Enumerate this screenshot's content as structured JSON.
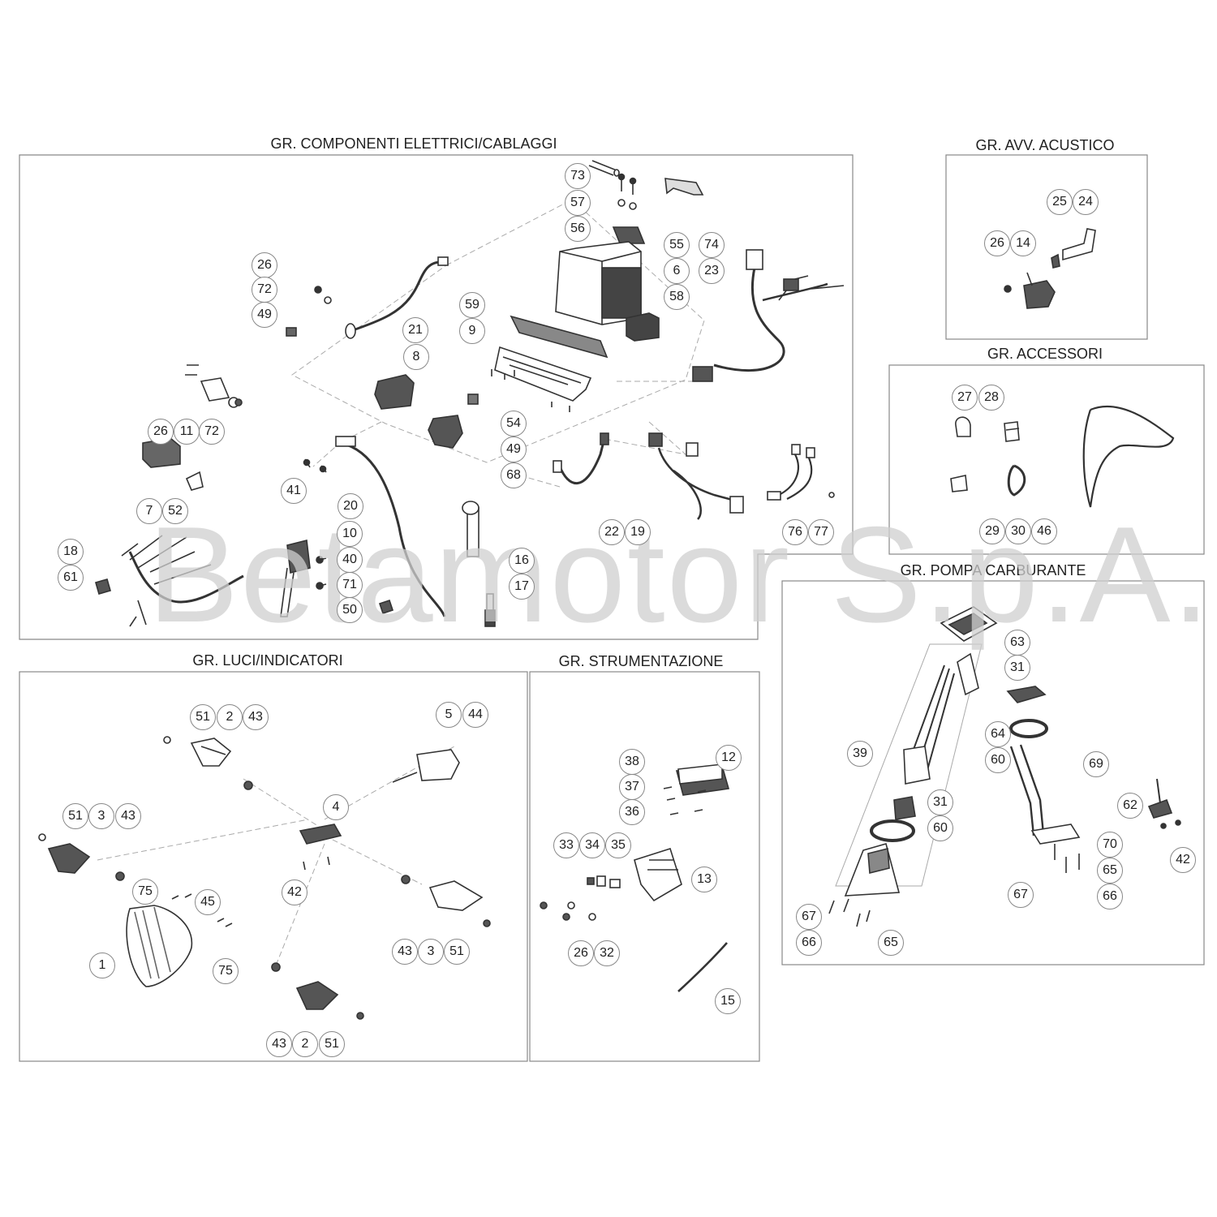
{
  "watermark": "Betamotor S.p.A.",
  "groups": {
    "electrical": "GR. COMPONENTI ELETTRICI/CABLAGGI",
    "horn": "GR. AVV. ACUSTICO",
    "accessories": "GR. ACCESSORI",
    "fuel_pump": "GR. POMPA CARBURANTE",
    "lights": "GR. LUCI/INDICATORI",
    "instruments": "GR. STRUMENTAZIONE"
  },
  "callouts": {
    "electrical": [
      "73",
      "57",
      "56",
      "55",
      "74",
      "23",
      "6",
      "58",
      "26",
      "72",
      "49",
      "21",
      "59",
      "9",
      "8",
      "26",
      "11",
      "72",
      "54",
      "49",
      "68",
      "7",
      "52",
      "41",
      "20",
      "22",
      "19",
      "76",
      "77",
      "10",
      "40",
      "71",
      "50",
      "16",
      "17",
      "18",
      "61"
    ],
    "horn": [
      "26",
      "14",
      "25",
      "24"
    ],
    "accessories": [
      "27",
      "28",
      "29",
      "30",
      "46"
    ],
    "fuel_pump": [
      "63",
      "31",
      "64",
      "60",
      "39",
      "69",
      "31",
      "60",
      "70",
      "62",
      "42",
      "67",
      "65",
      "66",
      "67",
      "66",
      "65"
    ],
    "lights": [
      "51",
      "2",
      "43",
      "5",
      "44",
      "4",
      "51",
      "3",
      "43",
      "42",
      "75",
      "45",
      "1",
      "75",
      "43",
      "3",
      "51",
      "43",
      "2",
      "51"
    ],
    "instruments": [
      "38",
      "12",
      "37",
      "36",
      "33",
      "34",
      "35",
      "13",
      "26",
      "32",
      "15"
    ]
  }
}
